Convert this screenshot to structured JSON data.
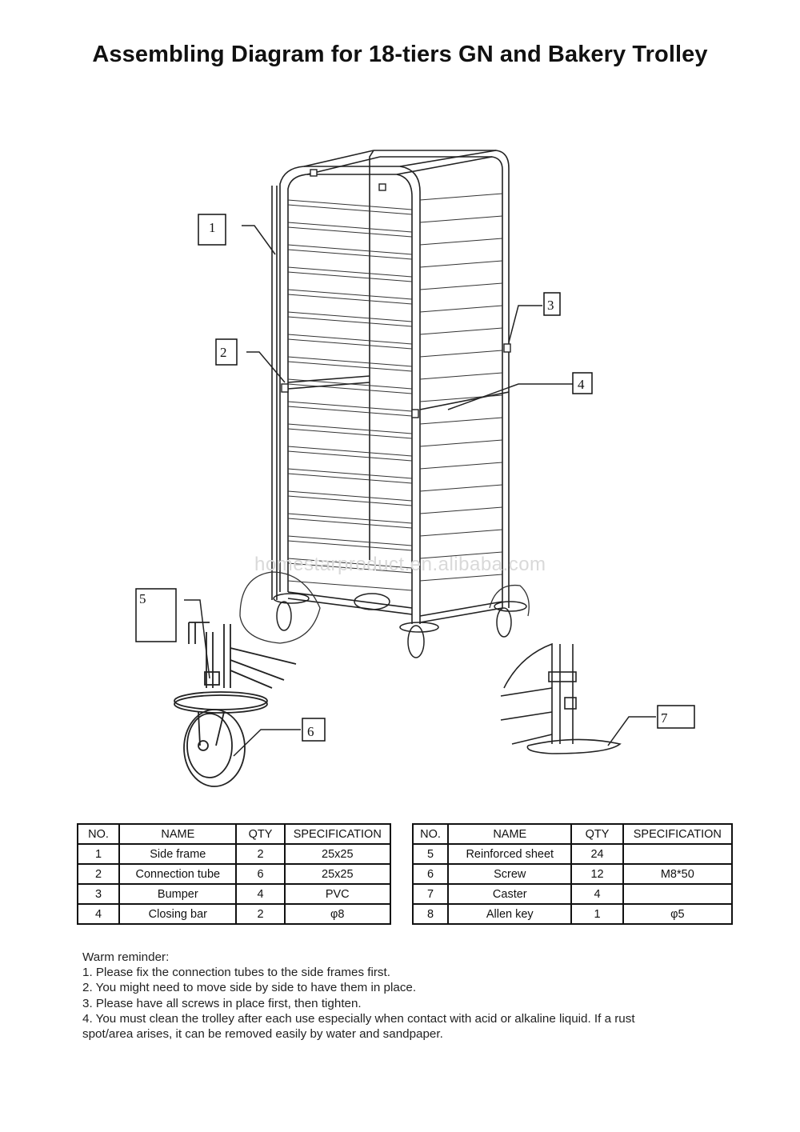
{
  "title": "Assembling Diagram for 18-tiers GN and Bakery Trolley",
  "watermark": "homestarproduct.en.alibaba.com",
  "callouts": [
    "1",
    "2",
    "3",
    "4",
    "5",
    "6",
    "7"
  ],
  "table": {
    "headers": [
      "NO.",
      "NAME",
      "QTY",
      "SPECIFICATION"
    ],
    "left_rows": [
      {
        "no": "1",
        "name": "Side frame",
        "qty": "2",
        "spec": "25x25"
      },
      {
        "no": "2",
        "name": "Connection tube",
        "qty": "6",
        "spec": "25x25"
      },
      {
        "no": "3",
        "name": "Bumper",
        "qty": "4",
        "spec": "PVC"
      },
      {
        "no": "4",
        "name": "Closing bar",
        "qty": "2",
        "spec": "φ8"
      }
    ],
    "right_rows": [
      {
        "no": "5",
        "name": "Reinforced sheet",
        "qty": "24",
        "spec": ""
      },
      {
        "no": "6",
        "name": "Screw",
        "qty": "12",
        "spec": "M8*50"
      },
      {
        "no": "7",
        "name": "Caster",
        "qty": "4",
        "spec": ""
      },
      {
        "no": "8",
        "name": "Allen key",
        "qty": "1",
        "spec": "φ5"
      }
    ]
  },
  "notes": {
    "heading": "Warm reminder:",
    "items": [
      "1. Please fix the connection tubes to the side frames first.",
      "2. You might need to move side by side to have them in place.",
      "3. Please have all screws in place first, then tighten.",
      "4. You must clean the trolley after each use especially when contact with acid or alkaline liquid. If a rust",
      "spot/area arises, it can be removed easily by water and sandpaper."
    ]
  }
}
